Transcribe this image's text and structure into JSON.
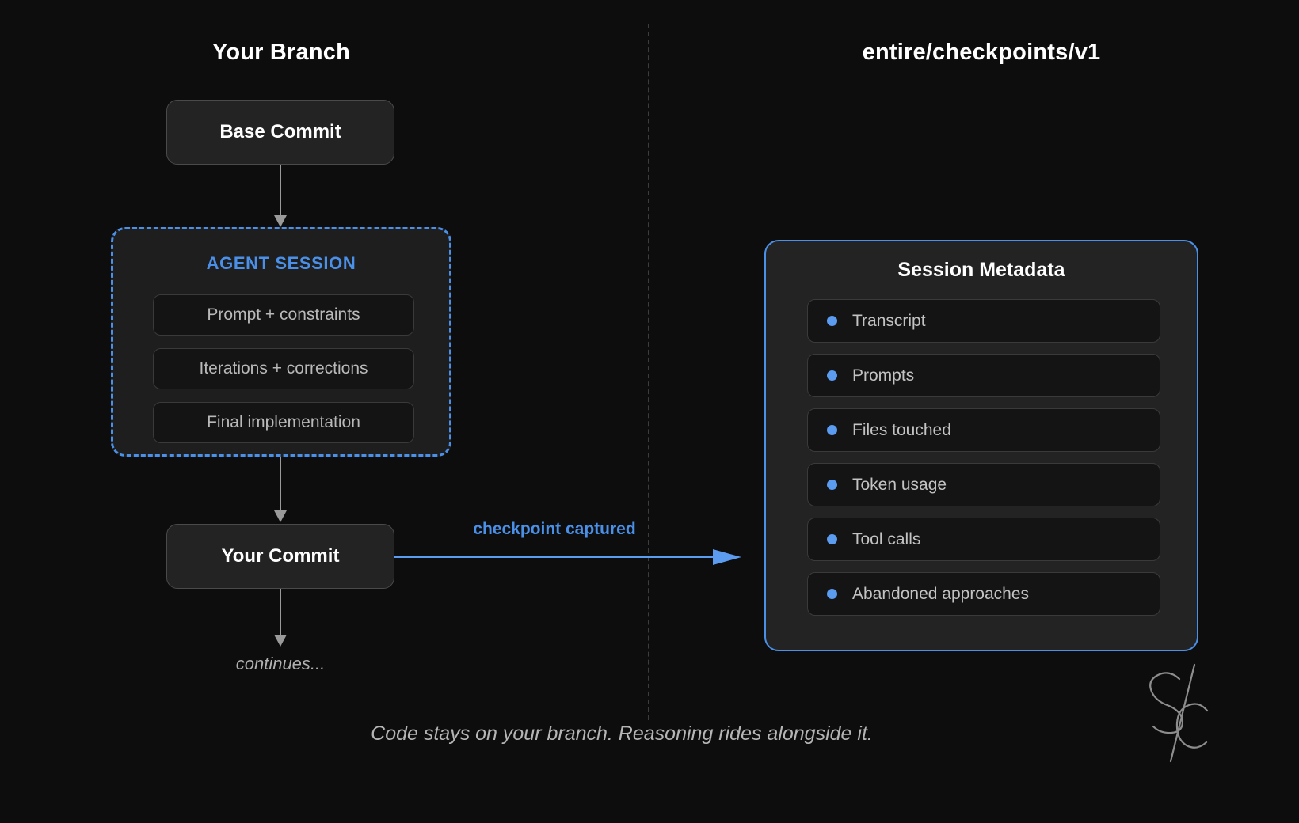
{
  "columns": {
    "left_title": "Your Branch",
    "right_title": "entire/checkpoints/v1"
  },
  "branch": {
    "base_commit_label": "Base Commit",
    "your_commit_label": "Your Commit",
    "continues_label": "continues...",
    "agent_session": {
      "title": "AGENT SESSION",
      "items": [
        {
          "label": "Prompt + constraints"
        },
        {
          "label": "Iterations + corrections"
        },
        {
          "label": "Final implementation"
        }
      ]
    }
  },
  "connector": {
    "checkpoint_label": "checkpoint captured"
  },
  "metadata_panel": {
    "title": "Session Metadata",
    "items": [
      {
        "label": "Transcript"
      },
      {
        "label": "Prompts"
      },
      {
        "label": "Files touched"
      },
      {
        "label": "Token usage"
      },
      {
        "label": "Tool calls"
      },
      {
        "label": "Abandoned approaches"
      }
    ]
  },
  "footer": {
    "caption": "Code stays on your branch. Reasoning rides alongside it."
  },
  "colors": {
    "background": "#0d0d0d",
    "accent_blue": "#4a90e8",
    "bullet_blue": "#5b9bf0",
    "node_fill": "#232323",
    "inner_fill": "#141414",
    "arrow_grey": "#9a9a9a",
    "divider_grey": "#3d3d3d",
    "text_primary": "#ffffff",
    "text_muted": "#c3c3c3"
  },
  "icons": {
    "bullet": "bullet-dot-icon",
    "signature": "signature-monogram-sc"
  }
}
